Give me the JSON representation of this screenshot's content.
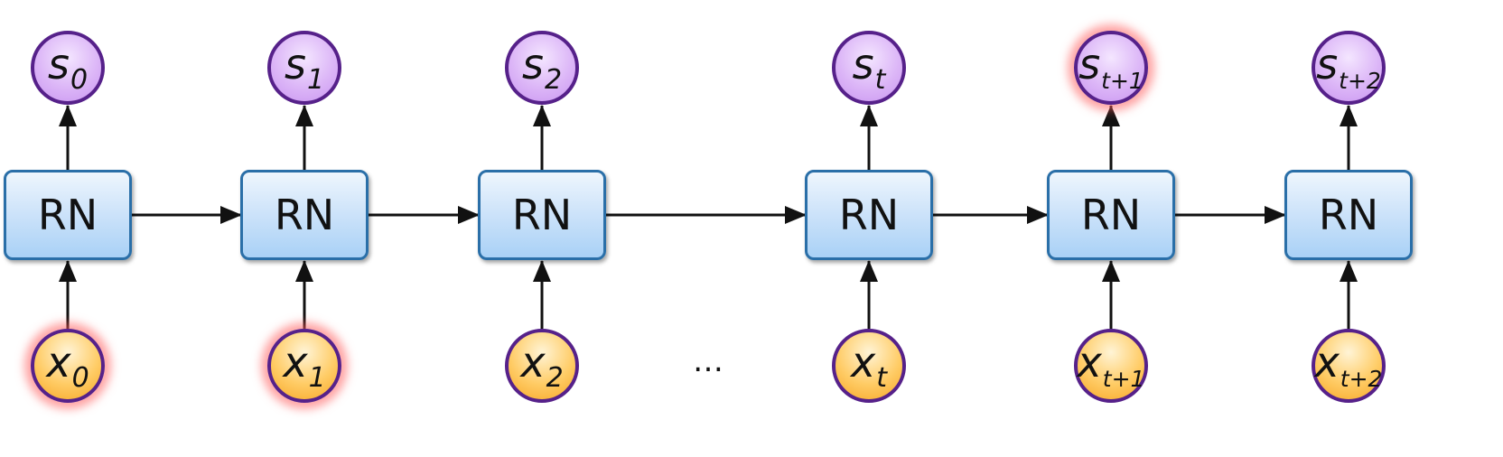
{
  "diagram": {
    "rnn_label": "RN",
    "ellipsis": "…",
    "colors": {
      "box_border": "#2a6fa8",
      "node_border": "#56218a",
      "state_fill": "#dcb6f7",
      "input_fill": "#ffcc66",
      "glow": "#ff5a5a",
      "arrow": "#111111"
    },
    "steps": [
      {
        "state": {
          "base": "s",
          "sub": "0"
        },
        "input": {
          "base": "x",
          "sub": "0"
        },
        "state_highlighted": false,
        "input_highlighted": true
      },
      {
        "state": {
          "base": "s",
          "sub": "1"
        },
        "input": {
          "base": "x",
          "sub": "1"
        },
        "state_highlighted": false,
        "input_highlighted": true
      },
      {
        "state": {
          "base": "s",
          "sub": "2"
        },
        "input": {
          "base": "x",
          "sub": "2"
        },
        "state_highlighted": false,
        "input_highlighted": false
      },
      {
        "state": {
          "base": "s",
          "sub": "t"
        },
        "input": {
          "base": "x",
          "sub": "t"
        },
        "state_highlighted": false,
        "input_highlighted": false
      },
      {
        "state": {
          "base": "s",
          "sub": "t+1"
        },
        "input": {
          "base": "x",
          "sub": "t+1"
        },
        "state_highlighted": true,
        "input_highlighted": false
      },
      {
        "state": {
          "base": "s",
          "sub": "t+2"
        },
        "input": {
          "base": "x",
          "sub": "t+2"
        },
        "state_highlighted": false,
        "input_highlighted": false
      }
    ]
  }
}
